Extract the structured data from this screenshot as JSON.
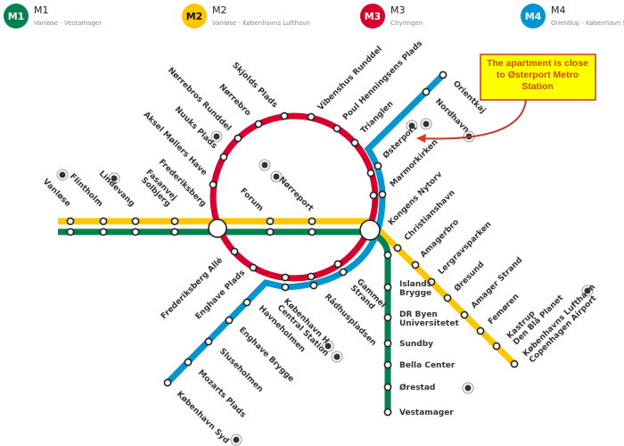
{
  "legend": [
    {
      "badge": "M1",
      "name": "M1",
      "route": "Vanløse - Vestamager",
      "color": "#00814f"
    },
    {
      "badge": "M2",
      "name": "M2",
      "route": "Vanløse - Københavns Lufthavn",
      "color": "#ffc600"
    },
    {
      "badge": "M3",
      "name": "M3",
      "route": "Cityringen",
      "color": "#d6002f"
    },
    {
      "badge": "M4",
      "name": "M4",
      "route": "Orientkaj - København Syd",
      "color": "#0094d0"
    }
  ],
  "callout": {
    "lines": [
      "The apartment is close",
      "to Østerport Metro",
      "Station"
    ],
    "fill": "#ffff00",
    "border": "#c0392b"
  },
  "stations": {
    "vanlose": "Vanløse",
    "flintholm": "Flintholm",
    "lindevang": "Lindevang",
    "fasanvej": [
      "Fasanvej",
      "Solbjerg"
    ],
    "frederiksberg": "Frederiksberg",
    "forum": "Forum",
    "norreport": "Nørreport",
    "aksel": "Aksel Møllers Have",
    "nuuks": "Nuuks Plads",
    "norrebros": "Nørrebros Runddel",
    "norrebro": "Nørrebro",
    "skjolds": "Skjolds Plads",
    "vibenshus": "Vibenshus Runddel",
    "poul": "Poul Henningsens Plads",
    "trianglen": "Trianglen",
    "osterport": "Østerport",
    "marmorkirken": "Marmorkirken",
    "kongens": "Kongens Nytorv",
    "orientkaj": "Orientkaj",
    "nordhavn": "Nordhavn",
    "christianshavn": "Christianshavn",
    "amagerbro": "Amagerbro",
    "lergravsparken": "Lergravsparken",
    "oresund": "Øresund",
    "amagerstrand": "Amager Strand",
    "femoren": "Femøren",
    "kastrup": [
      "Kastrup",
      "Den Blå Planet"
    ],
    "lufthavn": [
      "Københavns Lufthavn",
      "Copenhagen Airport"
    ],
    "islands": [
      "Islands",
      "Brygge"
    ],
    "drbyen": [
      "DR Byen",
      "Universitetet"
    ],
    "sundby": "Sundby",
    "bella": "Bella Center",
    "orestad": "Ørestad",
    "vestamager": "Vestamager",
    "frballe": "Frederiksberg Allé",
    "enghaveplads": "Enghave Plads",
    "kbhh": [
      "København H",
      "Central Station"
    ],
    "radhus": "Rådhuspladsen",
    "gammel": [
      "Gammel",
      "Strand"
    ],
    "havneholmen": "Havneholmen",
    "enghavebrygge": "Enghave Brygge",
    "sluseholmen": "Sluseholmen",
    "mozarts": "Mozarts Plads",
    "kbhsyd": "København Syd"
  }
}
